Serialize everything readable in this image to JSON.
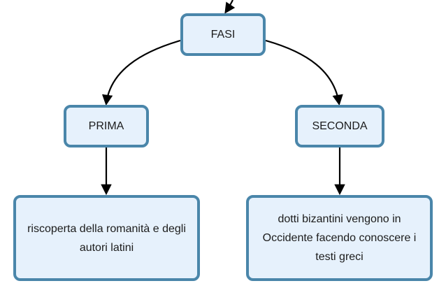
{
  "diagram": {
    "root": {
      "label": "FASI"
    },
    "phases": [
      {
        "label": "PRIMA"
      },
      {
        "label": "SECONDA"
      }
    ],
    "details": [
      {
        "label": "riscoperta della romanità e degli\nautori latini"
      },
      {
        "label": "dotti bizantini vengono in Occidente facendo conoscere i testi greci"
      }
    ],
    "colors": {
      "node_fill": "#e6f1fc",
      "node_border": "#4a86aa",
      "connector": "#000000"
    }
  }
}
